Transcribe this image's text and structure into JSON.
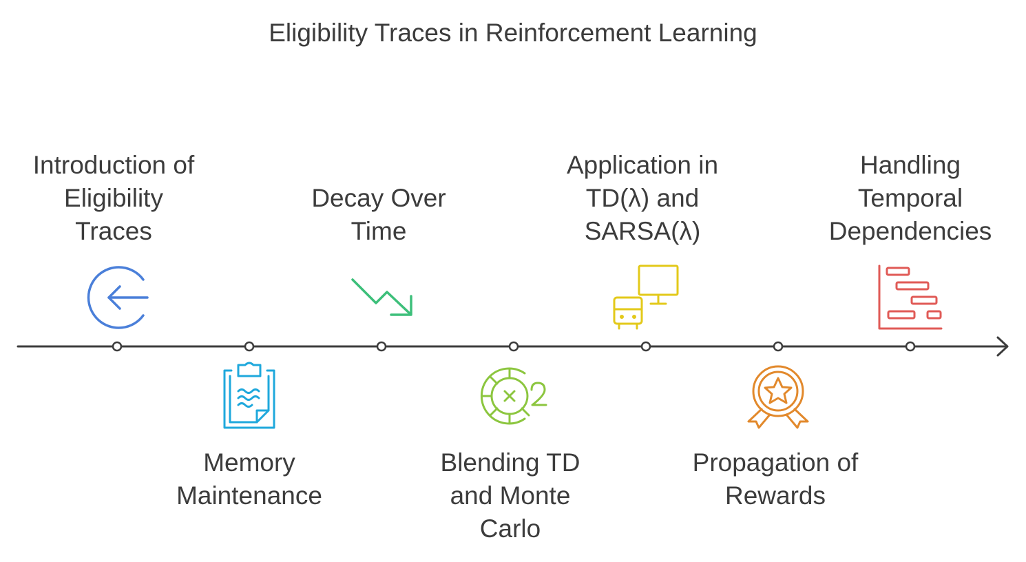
{
  "title": "Eligibility Traces in Reinforcement Learning",
  "milestones": [
    {
      "position": "above",
      "lines": [
        "Introduction of",
        "Eligibility",
        "Traces"
      ],
      "icon": "arrow-left-circle-icon",
      "color": "#4a7fd9"
    },
    {
      "position": "below",
      "lines": [
        "Memory",
        "Maintenance"
      ],
      "icon": "clipboard-icon",
      "color": "#1fa8dc"
    },
    {
      "position": "above",
      "lines": [
        "Decay Over",
        "Time"
      ],
      "icon": "trend-down-icon",
      "color": "#3dbf7a"
    },
    {
      "position": "below",
      "lines": [
        "Blending TD",
        "and Monte",
        "Carlo"
      ],
      "icon": "dial-squared-icon",
      "color": "#8cc63f"
    },
    {
      "position": "above",
      "lines": [
        "Application in",
        "TD(λ) and",
        "SARSA(λ)"
      ],
      "icon": "devices-icon",
      "color": "#e3c91a"
    },
    {
      "position": "below",
      "lines": [
        "Propagation of",
        "Rewards"
      ],
      "icon": "award-icon",
      "color": "#e2892c"
    },
    {
      "position": "above",
      "lines": [
        "Handling",
        "Temporal",
        "Dependencies"
      ],
      "icon": "gantt-chart-icon",
      "color": "#e05a56"
    }
  ],
  "axis_color": "#3c3c3c"
}
